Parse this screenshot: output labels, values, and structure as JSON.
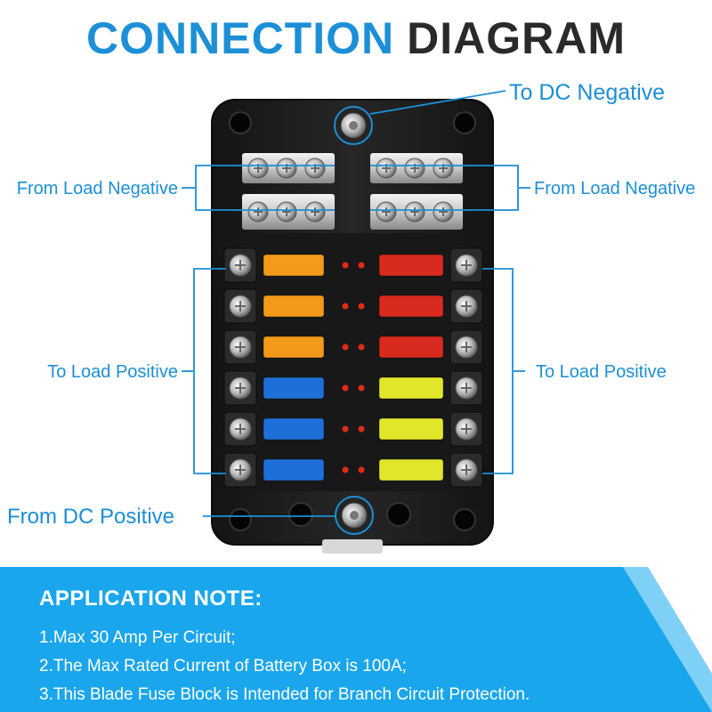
{
  "header": {
    "title_part1": "CONNECTION",
    "title_part2": "DIAGRAM"
  },
  "labels": {
    "dc_negative": "To DC Negative",
    "load_negative_left": "From Load Negative",
    "load_negative_right": "From Load Negative",
    "load_positive_left": "To Load Positive",
    "load_positive_right": "To Load Positive",
    "dc_positive": "From DC Positive"
  },
  "fuses": {
    "left": [
      {
        "color": "orange"
      },
      {
        "color": "orange"
      },
      {
        "color": "orange"
      },
      {
        "color": "blue"
      },
      {
        "color": "blue"
      },
      {
        "color": "blue"
      }
    ],
    "right": [
      {
        "color": "red"
      },
      {
        "color": "red"
      },
      {
        "color": "red"
      },
      {
        "color": "yellow"
      },
      {
        "color": "yellow"
      },
      {
        "color": "yellow"
      }
    ]
  },
  "colors": {
    "accent": "#1c8fd6",
    "title_dark": "#2a2a2a",
    "orange": "#f39a1a",
    "blue": "#1f6fd8",
    "red": "#d82a1e",
    "yellow": "#e2e62a",
    "block": "#1e1e1e",
    "led": "#e02a1a",
    "note_panel": "#1aa6ec"
  },
  "application_note": {
    "heading": "APPLICATION NOTE:",
    "items": [
      "1.Max 30 Amp Per Circuit;",
      "2.The Max Rated Current of Battery Box is 100A;",
      "3.This Blade Fuse Block is Intended for Branch Circuit Protection."
    ]
  }
}
